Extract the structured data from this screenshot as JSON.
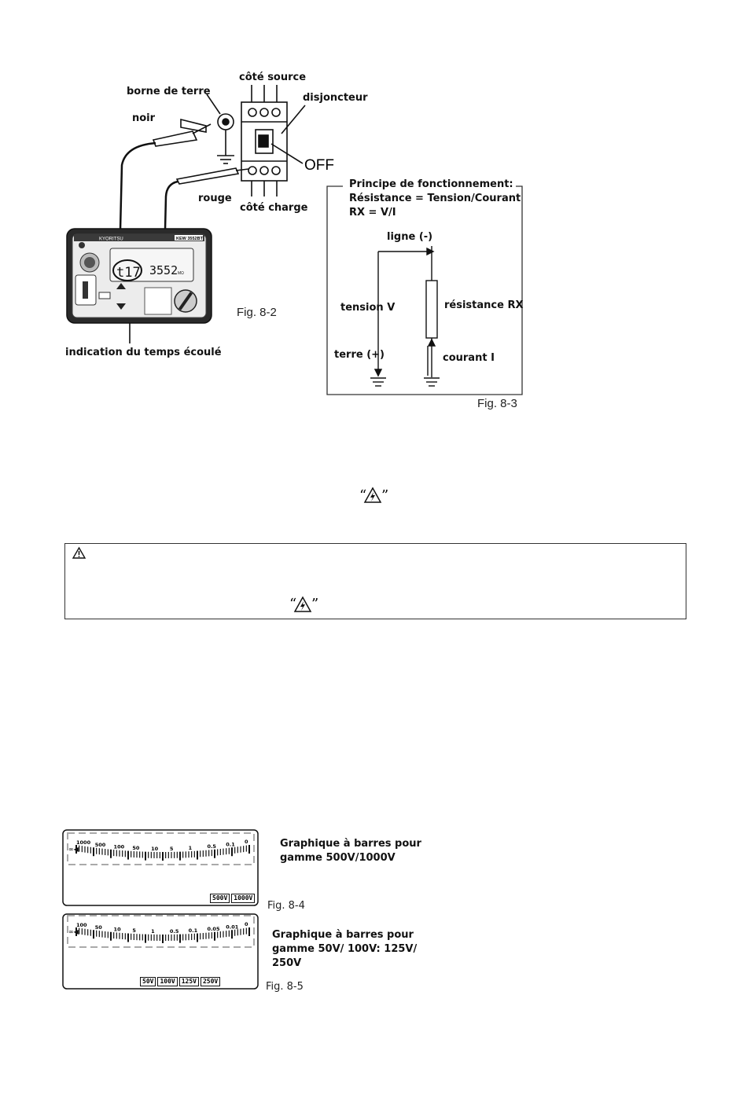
{
  "fig82": {
    "source_side": "côté source",
    "ground_terminal": "borne de terre",
    "breaker": "disjoncteur",
    "black": "noir",
    "off": "OFF",
    "red": "rouge",
    "load_side": "côté charge",
    "elapsed_time": "indication du temps écoulé",
    "caption": "Fig. 8-2",
    "meter_brand": "KYORITSU",
    "meter_model": "KEW 3552BT",
    "meter_display_time": "t17",
    "meter_display_value": "3552",
    "meter_unit": "MΩ"
  },
  "fig83": {
    "title_line1": "Principe de fonctionnement:",
    "title_line2": "Résistance = Tension/Courant",
    "title_line3": "RX = V/I",
    "line": "ligne (-)",
    "voltage": "tension V",
    "resistance": "résistance RX",
    "earth": "terre (+)",
    "current": "courant I",
    "caption": "Fig. 8-3"
  },
  "warning": {
    "open_quote": "“",
    "close_quote": "”"
  },
  "fig84": {
    "scale_labels": [
      "1000",
      "500",
      "100",
      "50",
      "10",
      "5",
      "1",
      "0.5",
      "0.1",
      "0"
    ],
    "range_badges": [
      "500V",
      "1000V"
    ],
    "label_line1": "Graphique à barres pour",
    "label_line2": "gamme 500V/1000V",
    "caption": "Fig. 8-4"
  },
  "fig85": {
    "scale_labels": [
      "100",
      "50",
      "10",
      "5",
      "1",
      "0.5",
      "0.1",
      "0.05",
      "0.01",
      "0"
    ],
    "range_badges": [
      "50V",
      "100V",
      "125V",
      "250V"
    ],
    "label_line1": "Graphique à barres pour",
    "label_line2": "gamme 50V/ 100V: 125V/",
    "label_line3": "250V",
    "caption": "Fig. 8-5"
  },
  "colors": {
    "ink": "#111111",
    "box_border": "#333333",
    "dash": "#999999"
  }
}
